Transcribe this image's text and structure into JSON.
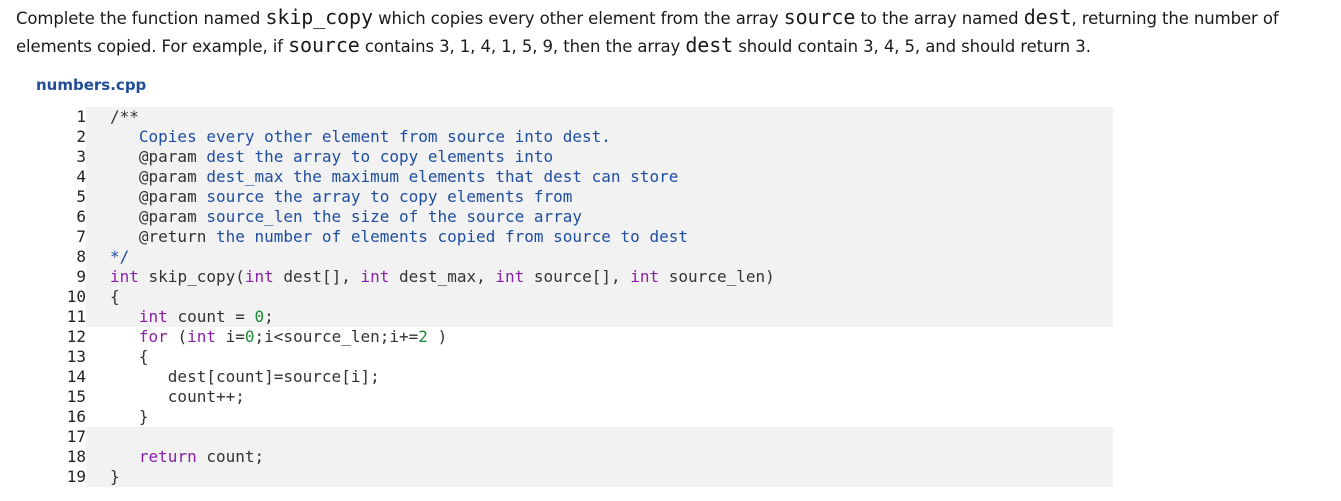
{
  "prompt": {
    "parts": [
      {
        "t": "Complete the function named ",
        "code": false
      },
      {
        "t": "skip_copy",
        "code": true
      },
      {
        "t": " which copies every other element from the array ",
        "code": false
      },
      {
        "t": "source",
        "code": true
      },
      {
        "t": " to the array named ",
        "code": false
      },
      {
        "t": "dest",
        "code": true
      },
      {
        "t": ", returning the number of elements copied. For example, if ",
        "code": false
      },
      {
        "t": "source",
        "code": true
      },
      {
        "t": " contains 3, 1, 4, 1, 5, 9, then the array ",
        "code": false
      },
      {
        "t": "dest",
        "code": true
      },
      {
        "t": " should contain 3, 4, 5, and should return 3.",
        "code": false
      }
    ]
  },
  "file": {
    "name": "numbers.cpp"
  },
  "code": {
    "lines": [
      {
        "n": "1",
        "shaded": true,
        "tokens": [
          {
            "c": "cmt",
            "t": "/**"
          }
        ]
      },
      {
        "n": "2",
        "shaded": true,
        "tokens": [
          {
            "c": "cm",
            "t": "   Copies every other element from source into dest."
          }
        ]
      },
      {
        "n": "3",
        "shaded": true,
        "tokens": [
          {
            "c": "cmt",
            "t": "   @param "
          },
          {
            "c": "cm",
            "t": "dest the array to copy elements into"
          }
        ]
      },
      {
        "n": "4",
        "shaded": true,
        "tokens": [
          {
            "c": "cmt",
            "t": "   @param "
          },
          {
            "c": "cm",
            "t": "dest_max the maximum elements that dest can store"
          }
        ]
      },
      {
        "n": "5",
        "shaded": true,
        "tokens": [
          {
            "c": "cmt",
            "t": "   @param "
          },
          {
            "c": "cm",
            "t": "source the array to copy elements from"
          }
        ]
      },
      {
        "n": "6",
        "shaded": true,
        "tokens": [
          {
            "c": "cmt",
            "t": "   @param "
          },
          {
            "c": "cm",
            "t": "source_len the size of the source array"
          }
        ]
      },
      {
        "n": "7",
        "shaded": true,
        "tokens": [
          {
            "c": "cmt",
            "t": "   @return "
          },
          {
            "c": "cm",
            "t": "the number of elements copied from source to dest"
          }
        ]
      },
      {
        "n": "8",
        "shaded": true,
        "tokens": [
          {
            "c": "cm",
            "t": "*/"
          }
        ]
      },
      {
        "n": "9",
        "shaded": true,
        "tokens": [
          {
            "c": "kw",
            "t": "int"
          },
          {
            "c": "",
            "t": " skip_copy("
          },
          {
            "c": "kw",
            "t": "int"
          },
          {
            "c": "",
            "t": " dest[], "
          },
          {
            "c": "kw",
            "t": "int"
          },
          {
            "c": "",
            "t": " dest_max, "
          },
          {
            "c": "kw",
            "t": "int"
          },
          {
            "c": "",
            "t": " source[], "
          },
          {
            "c": "kw",
            "t": "int"
          },
          {
            "c": "",
            "t": " source_len)"
          }
        ]
      },
      {
        "n": "10",
        "shaded": true,
        "tokens": [
          {
            "c": "",
            "t": "{"
          }
        ]
      },
      {
        "n": "11",
        "shaded": true,
        "tokens": [
          {
            "c": "",
            "t": "   "
          },
          {
            "c": "kw",
            "t": "int"
          },
          {
            "c": "",
            "t": " count = "
          },
          {
            "c": "num",
            "t": "0"
          },
          {
            "c": "",
            "t": ";"
          }
        ]
      },
      {
        "n": "12",
        "shaded": false,
        "tokens": [
          {
            "c": "",
            "t": "   "
          },
          {
            "c": "kw",
            "t": "for"
          },
          {
            "c": "",
            "t": " ("
          },
          {
            "c": "kw",
            "t": "int"
          },
          {
            "c": "",
            "t": " i="
          },
          {
            "c": "num",
            "t": "0"
          },
          {
            "c": "",
            "t": ";i<source_len;i+="
          },
          {
            "c": "num",
            "t": "2"
          },
          {
            "c": "",
            "t": " )"
          }
        ]
      },
      {
        "n": "13",
        "shaded": false,
        "tokens": [
          {
            "c": "",
            "t": "   {"
          }
        ]
      },
      {
        "n": "14",
        "shaded": false,
        "tokens": [
          {
            "c": "",
            "t": "      dest[count]=source[i];"
          }
        ]
      },
      {
        "n": "15",
        "shaded": false,
        "tokens": [
          {
            "c": "",
            "t": "      count++;"
          }
        ]
      },
      {
        "n": "16",
        "shaded": false,
        "tokens": [
          {
            "c": "",
            "t": "   }"
          }
        ]
      },
      {
        "n": "17",
        "shaded": true,
        "tokens": [
          {
            "c": "",
            "t": ""
          }
        ]
      },
      {
        "n": "18",
        "shaded": true,
        "tokens": [
          {
            "c": "",
            "t": "   "
          },
          {
            "c": "kw",
            "t": "return"
          },
          {
            "c": "",
            "t": " count;"
          }
        ]
      },
      {
        "n": "19",
        "shaded": true,
        "tokens": [
          {
            "c": "",
            "t": "}"
          }
        ]
      }
    ]
  }
}
